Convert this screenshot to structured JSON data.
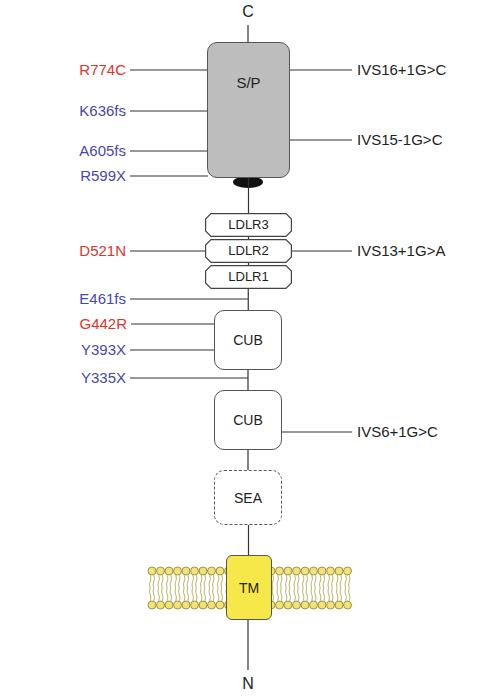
{
  "diagram": {
    "nodes": [
      {
        "text": [
          "S/P"
        ]
      },
      {
        "text": [
          "LDLR3"
        ]
      },
      {
        "text": [
          "LDLR2"
        ]
      },
      {
        "text": [
          "LDLR1"
        ]
      },
      {
        "text": [
          "CUB"
        ]
      },
      {
        "text": [
          "CUB"
        ]
      },
      {
        "text": [
          "SEA"
        ]
      },
      {
        "text": [
          "TM"
        ]
      }
    ],
    "edges": [
      {
        "from": 0,
        "to": 1,
        "arrow": "none"
      },
      {
        "from": 1,
        "to": 2,
        "arrow": "none"
      },
      {
        "from": 2,
        "to": 3,
        "arrow": "none"
      },
      {
        "from": 3,
        "to": 4,
        "arrow": "none"
      },
      {
        "from": 4,
        "to": 5,
        "arrow": "none"
      },
      {
        "from": 5,
        "to": 6,
        "arrow": "none"
      },
      {
        "from": 6,
        "to": 7,
        "arrow": "none"
      }
    ],
    "labels": [
      "C",
      "R774C",
      "IVS16+1G>C",
      "K636fs",
      "IVS15-1G>C",
      "A605fs",
      "R599X",
      "D521N",
      "IVS13+1G>A",
      "E461fs",
      "G442R",
      "Y393X",
      "Y335X",
      "IVS6+1G>C",
      "N"
    ]
  }
}
